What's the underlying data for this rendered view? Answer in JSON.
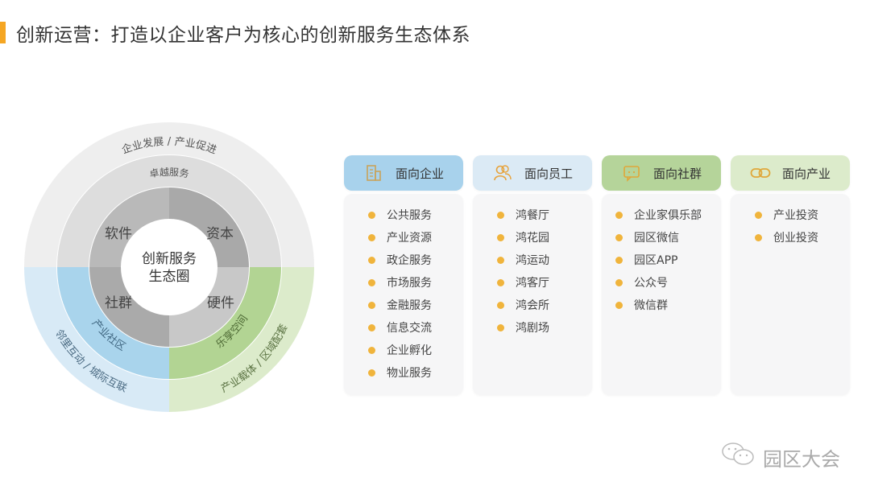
{
  "header": {
    "title": "创新运营：打造以企业客户为核心的创新服务生态体系",
    "accent_color": "#f5a623"
  },
  "ecosystem": {
    "center_label_line1": "创新服务",
    "center_label_line2": "生态圈",
    "inner_quadrants": [
      {
        "label": "软件",
        "color": "#b9b9b9"
      },
      {
        "label": "资本",
        "color": "#a9a9a9"
      },
      {
        "label": "社群",
        "color": "#aaaaaa"
      },
      {
        "label": "硬件",
        "color": "#c8c8c8"
      }
    ],
    "middle_ring": {
      "top_label": "卓越服务",
      "left_label": "产业社区",
      "right_label": "乐享空间",
      "colors": {
        "top": "#dddddd",
        "left": "#a9d4ec",
        "right": "#b2d493"
      }
    },
    "outer_ring": {
      "top_label": "企业发展 / 产业促进",
      "left_label": "邻里互动 / 城际互联",
      "right_label": "产业载体 / 区域配套",
      "colors": {
        "top": "#eeeeee",
        "left": "#d6eaf6",
        "right": "#dcebcb"
      }
    }
  },
  "columns": [
    {
      "title": "面向企业",
      "icon": "building-icon",
      "header_color": "#a8d2ec",
      "items": [
        "公共服务",
        "产业资源",
        "政企服务",
        "市场服务",
        "金融服务",
        "信息交流",
        "企业孵化",
        "物业服务"
      ]
    },
    {
      "title": "面向员工",
      "icon": "people-icon",
      "header_color": "#dbeaf5",
      "items": [
        "鸿餐厅",
        "鸿花园",
        "鸿运动",
        "鸿客厅",
        "鸿会所",
        "鸿剧场"
      ]
    },
    {
      "title": "面向社群",
      "icon": "chat-icon",
      "header_color": "#b5d49a",
      "items": [
        "企业家俱乐部",
        "园区微信",
        "园区APP",
        "公众号",
        "微信群"
      ]
    },
    {
      "title": "面向产业",
      "icon": "link-icon",
      "header_color": "#dcebcb",
      "items": [
        "产业投资",
        "创业投资"
      ]
    }
  ],
  "watermark": {
    "text": "园区大会",
    "icon": "wechat-icon"
  }
}
